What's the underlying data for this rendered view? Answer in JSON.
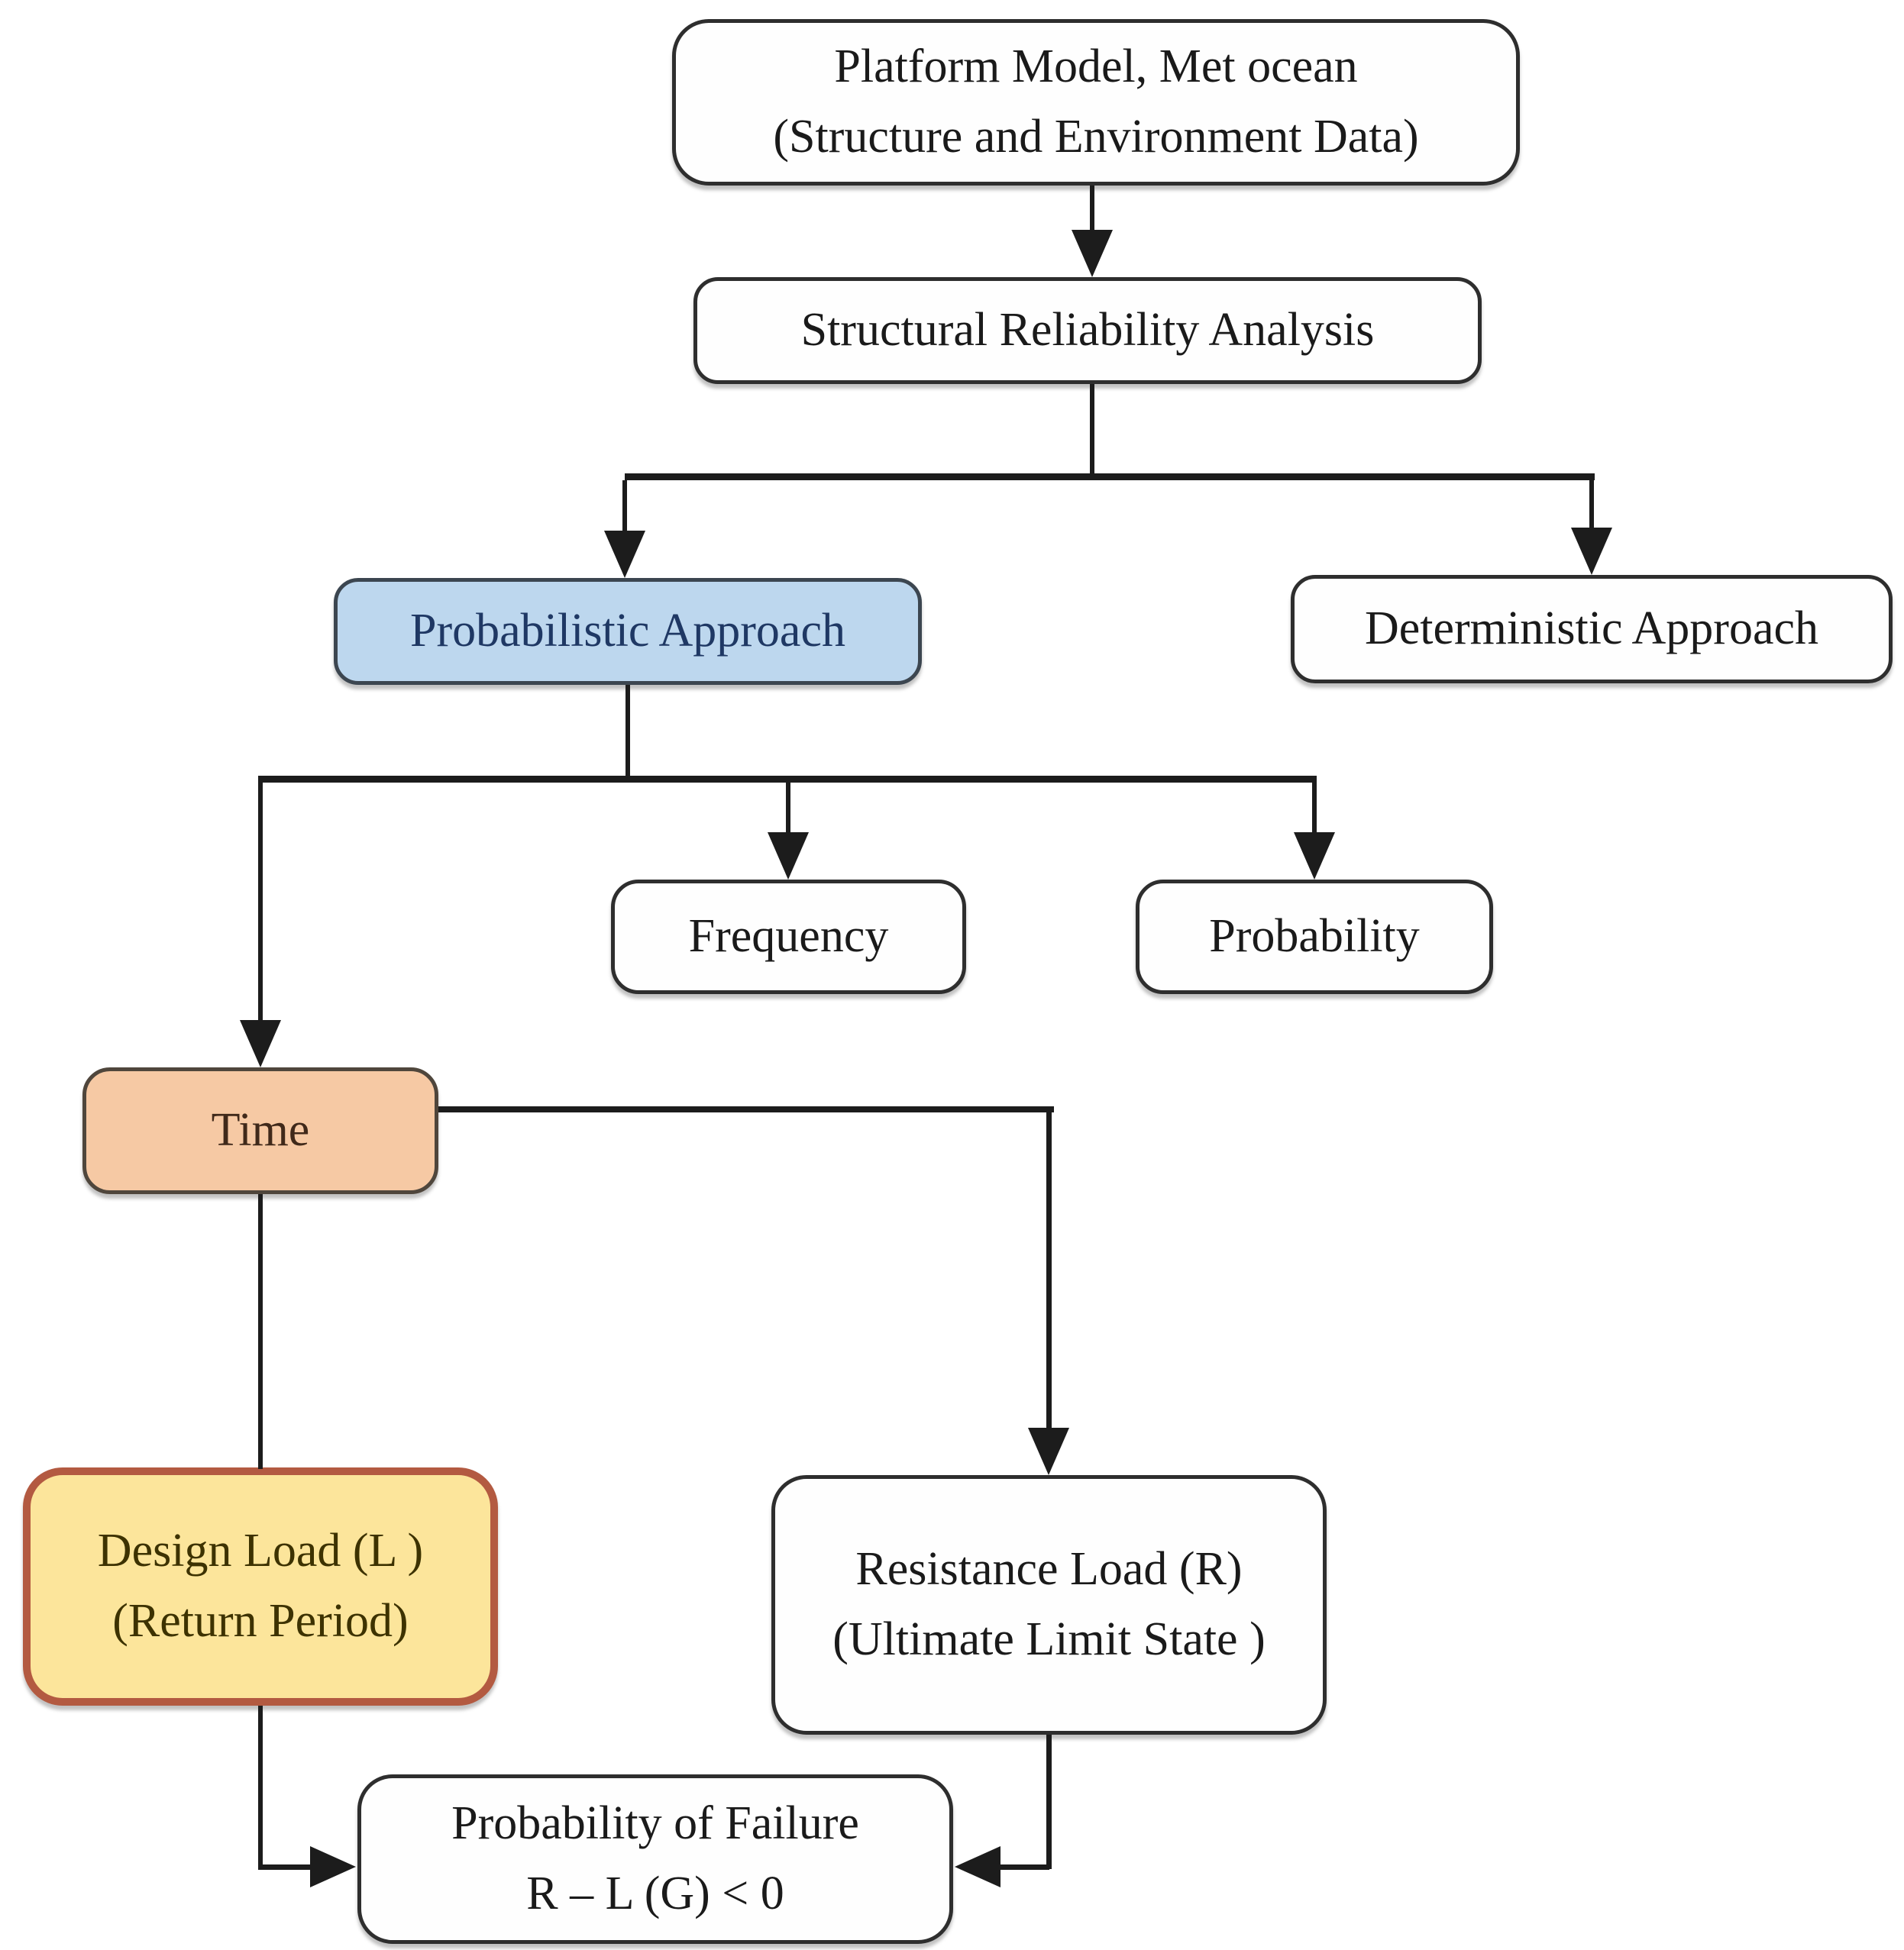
{
  "diagram": {
    "nodes": {
      "platform_model": {
        "line1": "Platform Model, Met ocean",
        "line2": "(Structure and Environment Data)"
      },
      "structural_reliability": {
        "label": "Structural Reliability Analysis"
      },
      "probabilistic": {
        "label": "Probabilistic Approach"
      },
      "deterministic": {
        "label": "Deterministic Approach"
      },
      "frequency": {
        "label": "Frequency"
      },
      "probability": {
        "label": "Probability"
      },
      "time": {
        "label": "Time"
      },
      "design_load": {
        "line1": "Design Load (L )",
        "line2": "(Return Period)"
      },
      "resistance_load": {
        "line1": "Resistance Load (R)",
        "line2": "(Ultimate Limit State )"
      },
      "probability_of_failure": {
        "line1": "Probability of Failure",
        "line2": "R – L (G) < 0"
      }
    },
    "colors": {
      "background": "#ffffff",
      "line": "#1c1c1c",
      "box_border": "#2e2e2e",
      "box_fill": "#fefefe",
      "text": "#1a1a1a",
      "probabilistic_fill": "#bdd7ee",
      "probabilistic_text": "#1f3864",
      "time_fill": "#f6c9a4",
      "time_border": "#4f463c",
      "time_text": "#40291a",
      "design_load_fill": "#fce59b",
      "design_load_border": "#b35a41",
      "design_load_text": "#3d3200"
    }
  }
}
